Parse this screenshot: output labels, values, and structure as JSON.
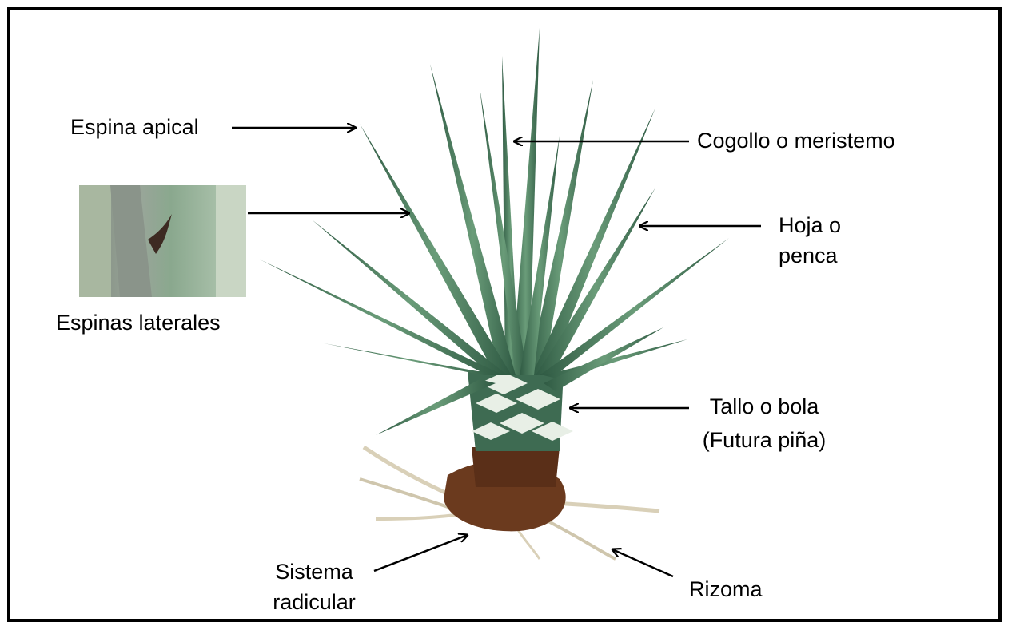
{
  "labels": {
    "espina_apical": "Espina apical",
    "cogollo": "Cogollo o meristemo",
    "hoja_line1": "Hoja o",
    "hoja_line2": "penca",
    "espinas_laterales": "Espinas laterales",
    "tallo_line1": "Tallo o bola",
    "tallo_line2": "(Futura piña)",
    "sistema_line1": "Sistema",
    "sistema_line2": "radicular",
    "rizoma": "Rizoma"
  },
  "colors": {
    "leaf_dark": "#3e6b52",
    "leaf_mid": "#5c8d6c",
    "leaf_light": "#8fb89a",
    "stem_light": "#e8efe6",
    "root_dirt": "#6b3a1e",
    "root_fiber": "#d9d0b8",
    "arrow": "#000000",
    "border": "#000000"
  }
}
